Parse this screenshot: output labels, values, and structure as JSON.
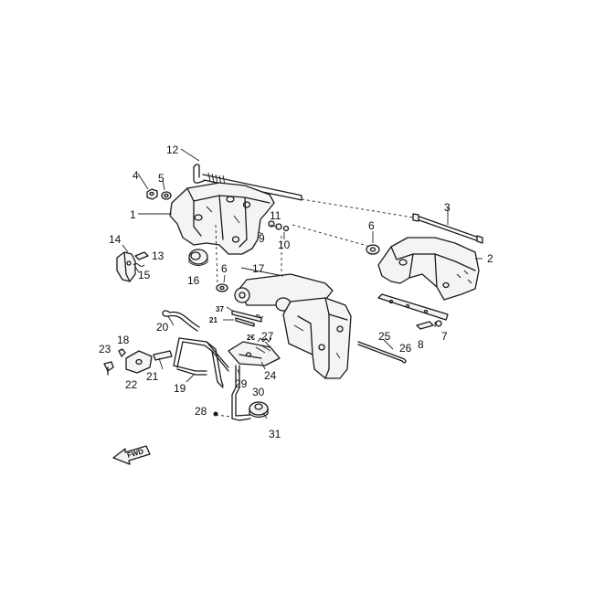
{
  "callouts": {
    "c1": "1",
    "c2": "2",
    "c3": "3",
    "c4": "4",
    "c5": "5",
    "c6a": "6",
    "c6b": "6",
    "c7": "7",
    "c8": "8",
    "c9": "9",
    "c10": "10",
    "c11": "11",
    "c12": "12",
    "c13": "13",
    "c14": "14",
    "c15": "15",
    "c16": "16",
    "c17": "17",
    "c18": "18",
    "c19": "19",
    "c20": "20",
    "c21a": "21",
    "c21b": "21",
    "c22": "22",
    "c23": "23",
    "c24": "24",
    "c25": "25",
    "c26a": "26",
    "c26b": "2€",
    "c27": "27",
    "c28": "28",
    "c29": "29",
    "c30": "30",
    "c31": "31",
    "c37": "37"
  },
  "direction_arrow": {
    "label": "FWD"
  }
}
